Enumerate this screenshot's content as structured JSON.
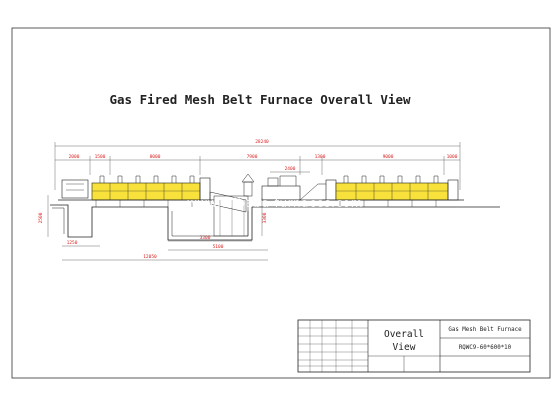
{
  "drawing": {
    "title": "Gas Fired Mesh Belt Furnace Overall View",
    "dimensions": {
      "overall": "28240",
      "section_1": "2000",
      "section_2": "1500",
      "section_3": "8000",
      "section_4": "7900",
      "section_5": "1300",
      "section_6": "9000",
      "section_7": "1000",
      "section_8": "2400",
      "depth_left": "2500",
      "pit_1": "3300",
      "pit_2": "5100",
      "bottom_left": "1250",
      "bottom_total": "12050"
    },
    "watermark": "www.alibaba-furnaces.com"
  },
  "title_block": {
    "view_name_line1": "Overall",
    "view_name_line2": "View",
    "product_name": "Gas Mesh Belt Furnace",
    "model_code": "RQWC9-60*600*10"
  },
  "colors": {
    "furnace_fill": "#f7e13a",
    "line": "#222222",
    "dimension": "#d22222"
  }
}
